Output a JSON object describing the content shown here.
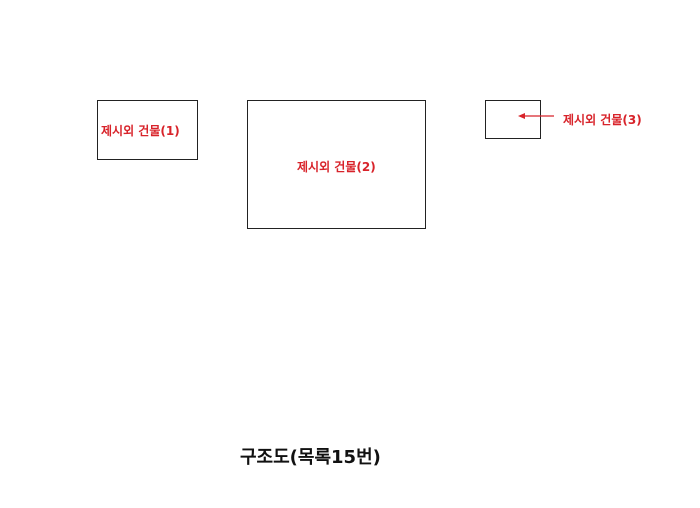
{
  "diagram": {
    "title": "구조도(목록15번)",
    "label_color": "#d8232a",
    "buildings": [
      {
        "label": "제시외 건물(1)"
      },
      {
        "label": "제시외 건물(2)"
      },
      {
        "label": "제시외 건물(3)"
      }
    ]
  }
}
